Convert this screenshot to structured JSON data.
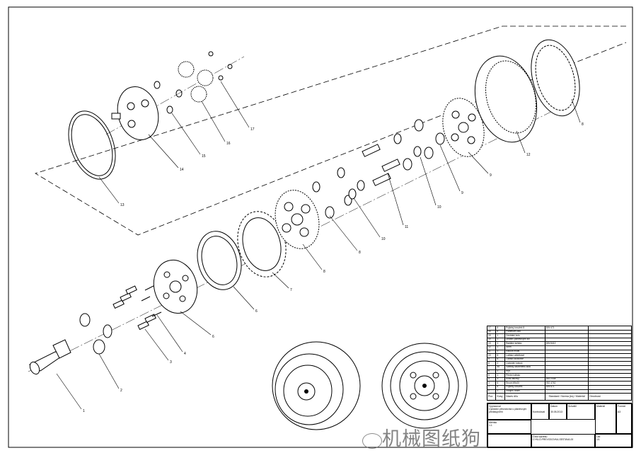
{
  "balloons": [
    {
      "n": "1"
    },
    {
      "n": "2"
    },
    {
      "n": "3"
    },
    {
      "n": "4"
    },
    {
      "n": "6"
    },
    {
      "n": "6"
    },
    {
      "n": "7"
    },
    {
      "n": "8"
    },
    {
      "n": "8"
    },
    {
      "n": "10"
    },
    {
      "n": "11"
    },
    {
      "n": "10"
    },
    {
      "n": "9"
    },
    {
      "n": "9"
    },
    {
      "n": "12"
    },
    {
      "n": "8"
    },
    {
      "n": "13"
    },
    {
      "n": "14"
    },
    {
      "n": "15"
    },
    {
      "n": "16"
    },
    {
      "n": "17"
    }
  ],
  "bom": {
    "rows": [
      [
        "17",
        "8",
        "Pojistný kroužek 8",
        "DIN 471"
      ],
      [
        "16",
        "8",
        "Planetové kolo",
        ""
      ],
      [
        "15",
        "1",
        "Centrální kolo",
        ""
      ],
      [
        "14",
        "1",
        "Unašeč planetových kol",
        ""
      ],
      [
        "13",
        "1",
        "Radiální ložisko",
        "DIN 5412"
      ],
      [
        "12",
        "1",
        "Skříň",
        ""
      ],
      [
        "11",
        "3",
        "Kliková hřídel",
        ""
      ],
      [
        "10",
        "6",
        "Ložisko válečkové",
        ""
      ],
      [
        "9",
        "6",
        "Ložisko kuličkové",
        ""
      ],
      [
        "8",
        "2",
        "Cykloidní kotouč",
        ""
      ],
      [
        "7",
        "40",
        "Válečky ozubeného kola",
        ""
      ],
      [
        "6",
        "2",
        "Kryt",
        ""
      ],
      [
        "5",
        "1",
        "Přední ložisko",
        ""
      ],
      [
        "4",
        "3",
        "Kolík válcový",
        "ISO 2338"
      ],
      [
        "3",
        "6",
        "Šroub M5x20",
        "ISO 4762"
      ],
      [
        "2",
        "8",
        "Pojistný kroužek",
        "DIN 471"
      ],
      [
        "1",
        "1",
        "Vstupní hřídel",
        ""
      ]
    ],
    "header": [
      "Poz.",
      "Kusy",
      "Název dílu",
      "Standard / Norma (ks) / Materiál",
      "Hmotnost"
    ]
  },
  "title_block": {
    "drawn_by_label": "Vypracoval",
    "title_desc": "Cykloidní převodovka s planetovým předstupněm",
    "scale_label": "Měřítko",
    "scale": "1:1",
    "date_label": "Datum",
    "date": "30.05.2013",
    "checked_label": "Kontroloval",
    "approved_label": "Schválil",
    "format_label": "Formát",
    "format": "A3",
    "drawing_no_label": "Číslo výkresu",
    "drawing_no": "CYKLO-PREVODOVKA-SESTAVA-00",
    "sheet_label": "List",
    "sheet": "1/1",
    "material_label": "Materiál"
  },
  "watermark": "机械图纸狗"
}
